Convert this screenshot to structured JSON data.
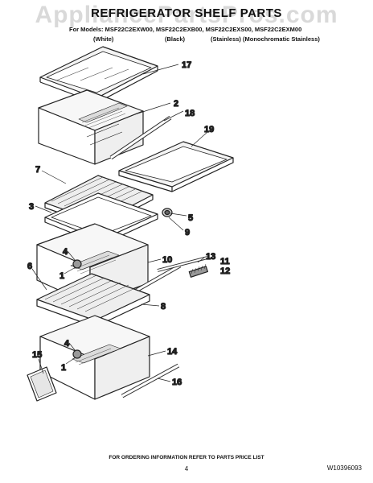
{
  "header": {
    "watermark": "AppliancePartsPros.com",
    "title": "REFRIGERATOR SHELF PARTS",
    "models_line": "For Models: MSF22C2EXW00, MSF22C2EXB00, MSF22C2EXS00, MSF22C2EXM00",
    "variants": [
      "(White)",
      "(Black)",
      "(Stainless) (Monochromatic Stainless)"
    ]
  },
  "callouts": [
    "17",
    "2",
    "18",
    "19",
    "7",
    "3",
    "5",
    "9",
    "10",
    "13",
    "11",
    "12",
    "4",
    "1",
    "6",
    "8",
    "15",
    "4",
    "1",
    "14",
    "16"
  ],
  "footer": {
    "note": "FOR ORDERING INFORMATION REFER TO PARTS PRICE LIST",
    "page_number": "4",
    "document_number": "W10396093"
  }
}
